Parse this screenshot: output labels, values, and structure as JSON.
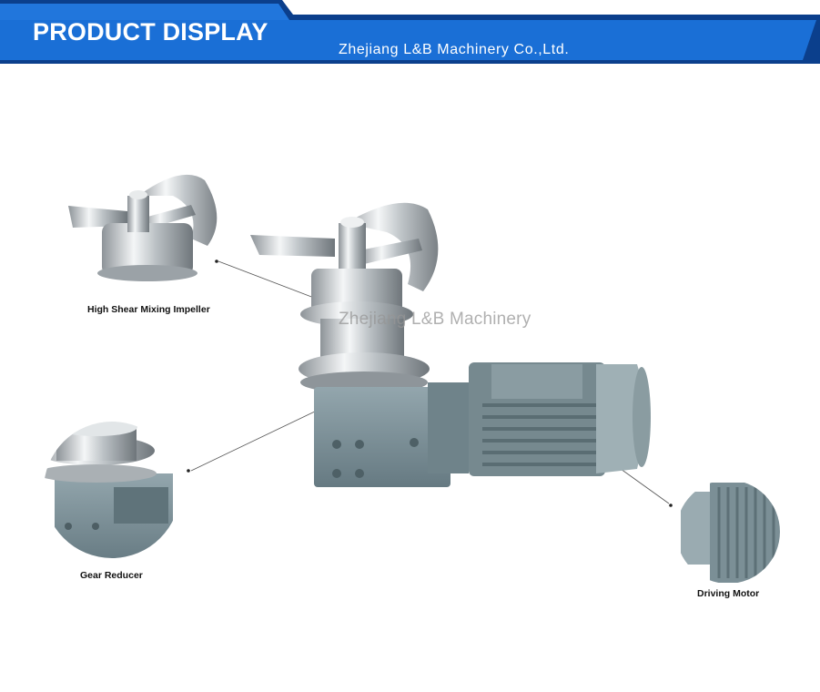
{
  "header": {
    "title": "PRODUCT DISPLAY",
    "company": "Zhejiang L&B Machinery Co.,Ltd."
  },
  "watermark": "Zhejiang L&B Machinery",
  "callouts": {
    "impeller": "High Shear Mixing Impeller",
    "reducer": "Gear Reducer",
    "motor": "Driving Motor"
  },
  "icons": [
    "blade-icon",
    "gear-icon",
    "motor-icon"
  ],
  "colors": {
    "banner_blue": "#1a6fd6",
    "banner_dark": "#0b3f8c",
    "housing_gray": "#7d9198",
    "steel": "#cfd5d8"
  }
}
